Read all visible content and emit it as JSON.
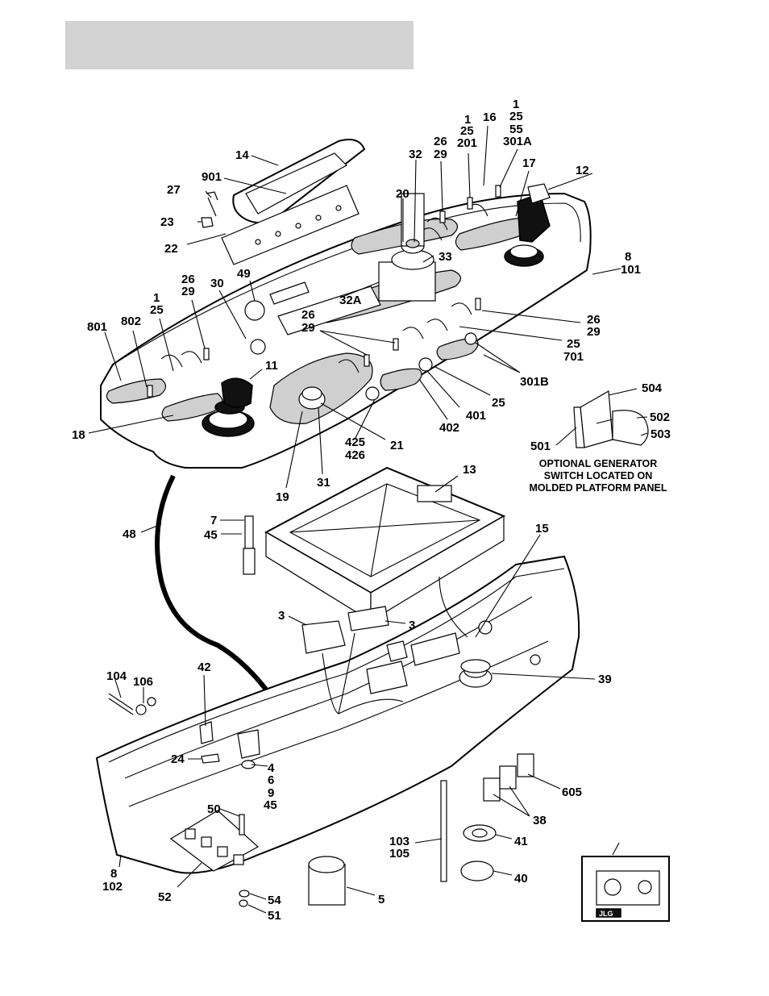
{
  "callouts": {
    "c14": "14",
    "c901": "901",
    "c27": "27",
    "c23": "23",
    "c22": "22",
    "c32": "32",
    "c20": "20",
    "c26a": "26",
    "c29a": "29",
    "c1a": "1",
    "c25a": "25",
    "c201": "201",
    "c16": "16",
    "c1b": "1",
    "c25b": "25",
    "c55": "55",
    "c301A": "301A",
    "c17": "17",
    "c12": "12",
    "c33": "33",
    "c8a": "8",
    "c101": "101",
    "c49": "49",
    "c32A": "32A",
    "c26b": "26",
    "c29b": "29",
    "c30": "30",
    "c1c": "1",
    "c25c": "25",
    "c802": "802",
    "c801": "801",
    "c26c": "26",
    "c29c": "29",
    "c26d": "26",
    "c29d": "29",
    "c25d": "25",
    "c701": "701",
    "c301B": "301B",
    "c11": "11",
    "c25e": "25",
    "c401": "401",
    "c402": "402",
    "c18": "18",
    "c21": "21",
    "c425": "425",
    "c426": "426",
    "c19": "19",
    "c31": "31",
    "c504": "504",
    "c502": "502",
    "c503": "503",
    "c501": "501",
    "c13": "13",
    "c7": "7",
    "c45a": "45",
    "c48": "48",
    "c15": "15",
    "c3a": "3",
    "c3b": "3",
    "c39": "39",
    "c104": "104",
    "c106": "106",
    "c42": "42",
    "c24": "24",
    "c4": "4",
    "c6": "6",
    "c9": "9",
    "c45b": "45",
    "c605": "605",
    "c50": "50",
    "c38": "38",
    "c103": "103",
    "c105": "105",
    "c41": "41",
    "c8b": "8",
    "c102": "102",
    "c52": "52",
    "c40": "40",
    "c5": "5",
    "c54": "54",
    "c51": "51"
  },
  "note": {
    "line1": "OPTIONAL GENERATOR",
    "line2": "SWITCH LOCATED ON",
    "line3": "MOLDED PLATFORM PANEL"
  },
  "logo_text": "JLG",
  "colors": {
    "title_bar": "#d2d2d2",
    "ink": "#000000",
    "panel_grey": "#cfcfcf"
  }
}
